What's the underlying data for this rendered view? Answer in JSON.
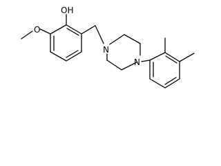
{
  "molecule": {
    "atom_labels": {
      "hydroxyl": "OH",
      "methoxy_oxygen": "O",
      "piperazine_n1": "N",
      "piperazine_n4": "N"
    }
  },
  "colors": {
    "bond": "#000000",
    "label": "#000000",
    "background": "#ffffff"
  }
}
